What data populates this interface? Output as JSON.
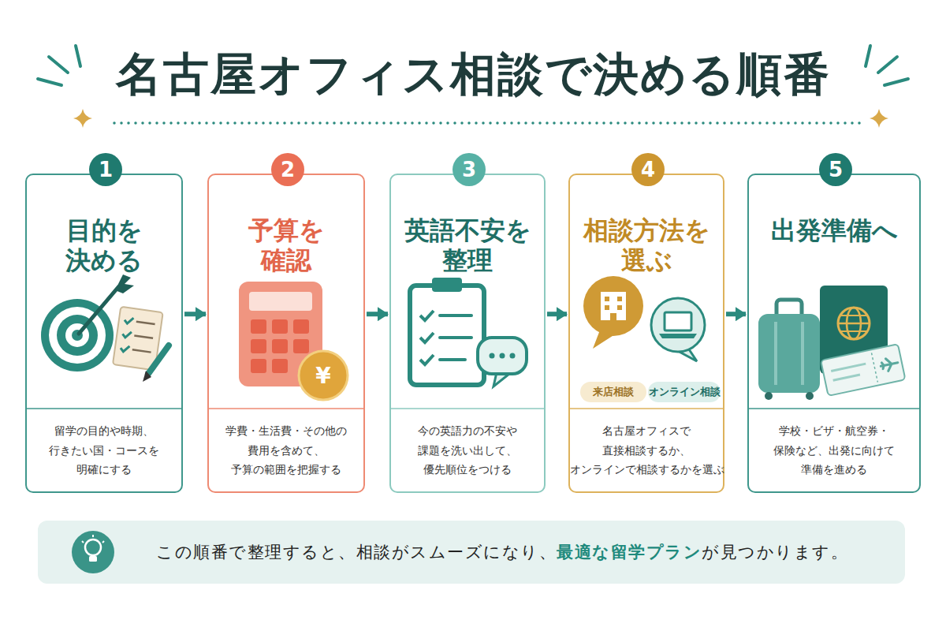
{
  "diagram": {
    "title": "名古屋オフィス相談で決める順番",
    "nodes": [
      {
        "text": [
          "目的を 決める",
          "留学の目的や時期、 行きたい国・コースを 明確にする"
        ]
      },
      {
        "text": [
          "1"
        ],
        "in": 0
      },
      {
        "text": [
          "予算を 確認",
          "学費・生活費・その他の 費用を含めて、 予算の範囲を把握する"
        ]
      },
      {
        "text": [
          "2"
        ],
        "in": 2
      },
      {
        "text": [
          "英語不安を 整理",
          "今の英語力の不安や 課題を洗い出して、 優先順位をつける"
        ]
      },
      {
        "text": [
          "3"
        ],
        "in": 4
      },
      {
        "text": [
          "相談方法を 選ぶ",
          "名古屋オフィスで 直接相談するか、 オンラインで相談するかを選ぶ"
        ]
      },
      {
        "text": [
          "4"
        ],
        "in": 6
      },
      {
        "text": [
          "来店相談"
        ],
        "in": 6
      },
      {
        "text": [
          "オンライン相談"
        ],
        "in": 6
      },
      {
        "text": [
          "出発準備へ",
          "学校・ビザ・航空券・ 保険など、出発に向けて 準備を進める"
        ]
      },
      {
        "text": [
          "5"
        ],
        "in": 10
      },
      {
        "text": [
          "この順番で整理すると、相談がスムーズになり、",
          "最適な留学プラン",
          "が見つかります。"
        ]
      }
    ],
    "edges": [
      {
        "from": 0,
        "to": 2,
        "arrow": "to"
      },
      {
        "from": 2,
        "to": 4,
        "arrow": "to"
      },
      {
        "from": 4,
        "to": 6,
        "arrow": "to"
      },
      {
        "from": 6,
        "to": 10,
        "arrow": "to"
      }
    ],
    "labels": [
      "¥"
    ]
  }
}
